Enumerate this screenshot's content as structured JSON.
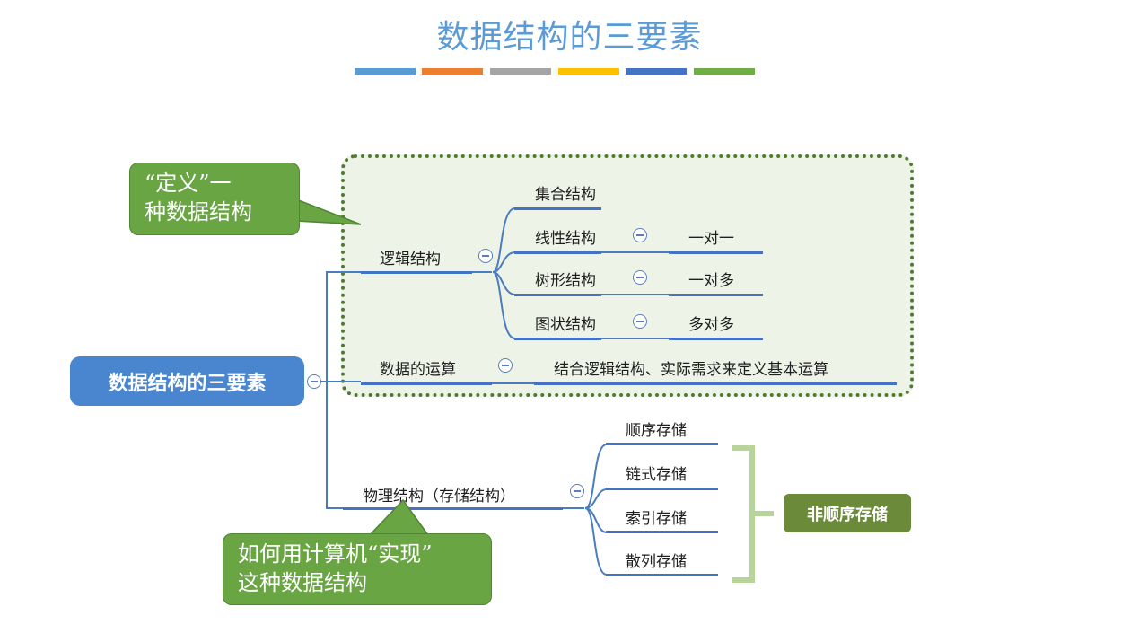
{
  "title": "数据结构的三要素",
  "color_bars": [
    "#5b9bd5",
    "#ed7d31",
    "#a5a5a5",
    "#ffc000",
    "#4472c4",
    "#70ad47"
  ],
  "root": {
    "label": "数据结构的三要素"
  },
  "logical": {
    "label": "逻辑结构",
    "children": [
      {
        "label": "集合结构",
        "detail": ""
      },
      {
        "label": "线性结构",
        "detail": "一对一"
      },
      {
        "label": "树形结构",
        "detail": "一对多"
      },
      {
        "label": "图状结构",
        "detail": "多对多"
      }
    ]
  },
  "operation": {
    "label": "数据的运算",
    "detail": "结合逻辑结构、实际需求来定义基本运算"
  },
  "physical": {
    "label": "物理结构（存储结构）",
    "children": [
      "顺序存储",
      "链式存储",
      "索引存储",
      "散列存储"
    ],
    "group_label": "非顺序存储"
  },
  "callouts": {
    "define": [
      "“定义”一",
      "种数据结构"
    ],
    "implement": [
      "如何用计算机“实现”",
      "这种数据结构"
    ]
  }
}
